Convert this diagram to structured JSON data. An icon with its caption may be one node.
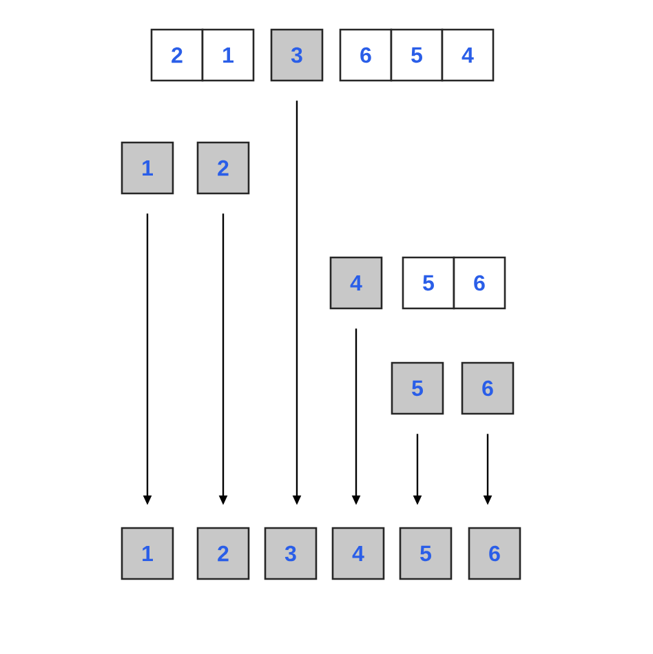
{
  "diagram": {
    "nodes": [
      {
        "text": [
          "2"
        ]
      },
      {
        "text": [
          "1"
        ]
      },
      {
        "text": [
          "3"
        ]
      },
      {
        "text": [
          "6"
        ]
      },
      {
        "text": [
          "5"
        ]
      },
      {
        "text": [
          "4"
        ]
      },
      {
        "text": [
          "1"
        ]
      },
      {
        "text": [
          "2"
        ]
      },
      {
        "text": [
          "4"
        ]
      },
      {
        "text": [
          "5"
        ]
      },
      {
        "text": [
          "6"
        ]
      },
      {
        "text": [
          "5"
        ]
      },
      {
        "text": [
          "6"
        ]
      },
      {
        "text": [
          "1"
        ]
      },
      {
        "text": [
          "2"
        ]
      },
      {
        "text": [
          "3"
        ]
      },
      {
        "text": [
          "4"
        ]
      },
      {
        "text": [
          "5"
        ]
      },
      {
        "text": [
          "6"
        ]
      }
    ],
    "edges": [
      {
        "from": 6,
        "to": 13,
        "arrow": "to"
      },
      {
        "from": 7,
        "to": 14,
        "arrow": "to"
      },
      {
        "from": 2,
        "to": 15,
        "arrow": "to"
      },
      {
        "from": 8,
        "to": 16,
        "arrow": "to"
      },
      {
        "from": 11,
        "to": 17,
        "arrow": "to"
      },
      {
        "from": 12,
        "to": 18,
        "arrow": "to"
      }
    ]
  }
}
